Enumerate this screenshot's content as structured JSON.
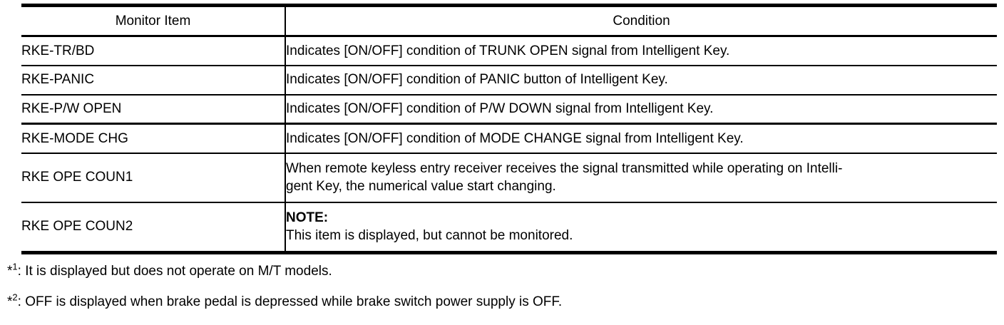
{
  "table": {
    "columns": [
      "Monitor Item",
      "Condition"
    ],
    "rows": [
      {
        "item": "RKE-TR/BD",
        "condition_lines": [
          "Indicates [ON/OFF] condition of TRUNK OPEN signal from Intelligent Key."
        ],
        "note_label": ""
      },
      {
        "item": "RKE-PANIC",
        "condition_lines": [
          "Indicates [ON/OFF] condition of PANIC button of Intelligent Key."
        ],
        "note_label": ""
      },
      {
        "item": "RKE-P/W OPEN",
        "condition_lines": [
          "Indicates [ON/OFF] condition of P/W DOWN signal from Intelligent Key."
        ],
        "note_label": ""
      },
      {
        "item": "RKE-MODE CHG",
        "condition_lines": [
          "Indicates [ON/OFF] condition of MODE CHANGE signal from Intelligent Key."
        ],
        "note_label": ""
      },
      {
        "item": "RKE OPE COUN1",
        "condition_lines": [
          "When remote keyless entry receiver receives the signal transmitted while operating on Intelli-",
          "gent Key, the numerical value start changing."
        ],
        "note_label": ""
      },
      {
        "item": "RKE OPE COUN2",
        "condition_lines": [
          "This item is displayed, but cannot be monitored."
        ],
        "note_label": "NOTE:"
      }
    ]
  },
  "footnotes": [
    {
      "marker": "*",
      "superscript": "1",
      "text": ": It is displayed but does not operate on M/T models."
    },
    {
      "marker": "*",
      "superscript": "2",
      "text": ": OFF is displayed when brake pedal is depressed while brake switch power supply is OFF."
    }
  ]
}
